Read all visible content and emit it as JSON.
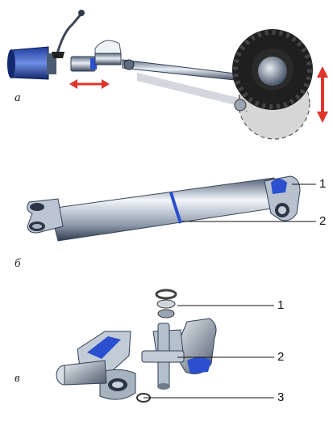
{
  "panels": {
    "a": {
      "tag": "а"
    },
    "b": {
      "tag": "б",
      "callouts": [
        "1",
        "2"
      ]
    },
    "c": {
      "tag": "в",
      "callouts": [
        "1",
        "2",
        "3"
      ]
    }
  },
  "colors": {
    "metal_dark": "#2f3f55",
    "metal_light": "#dfe6ee",
    "accent_blue": "#2b4fcf",
    "arrow_red": "#e0352b",
    "tire": "#222222"
  }
}
